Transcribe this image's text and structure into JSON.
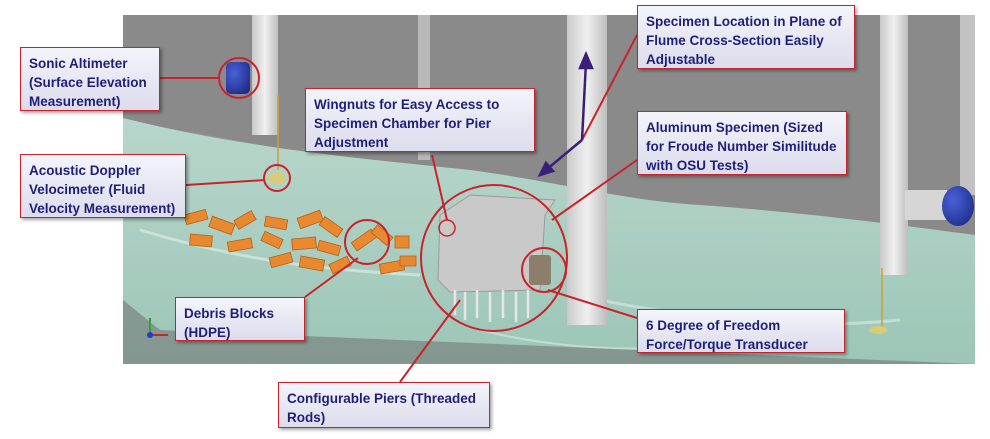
{
  "callouts": {
    "sonic_altimeter": "Sonic Altimeter (Surface Elevation Measurement)",
    "acoustic_doppler": "Acoustic Doppler Velocimeter (Fluid Velocity Measurement)",
    "wingnuts": "Wingnuts for Easy Access to Specimen Chamber for Pier Adjustment",
    "specimen_location": "Specimen Location in Plane of Flume Cross-Section Easily Adjustable",
    "aluminum_specimen": "Aluminum Specimen (Sized for Froude Number Similitude with OSU Tests)",
    "debris_blocks": "Debris Blocks (HDPE)",
    "six_dof": "6 Degree of Freedom Force/Torque Transducer",
    "configurable_piers": "Configurable Piers (Threaded Rods)"
  },
  "colors": {
    "callout_border": "#c8232c",
    "callout_text": "#1f1f7a",
    "water": "#a9cfc2",
    "debris": "#e8892f",
    "sensor": "#2b3fa8",
    "arrow": "#3a1f7a"
  }
}
